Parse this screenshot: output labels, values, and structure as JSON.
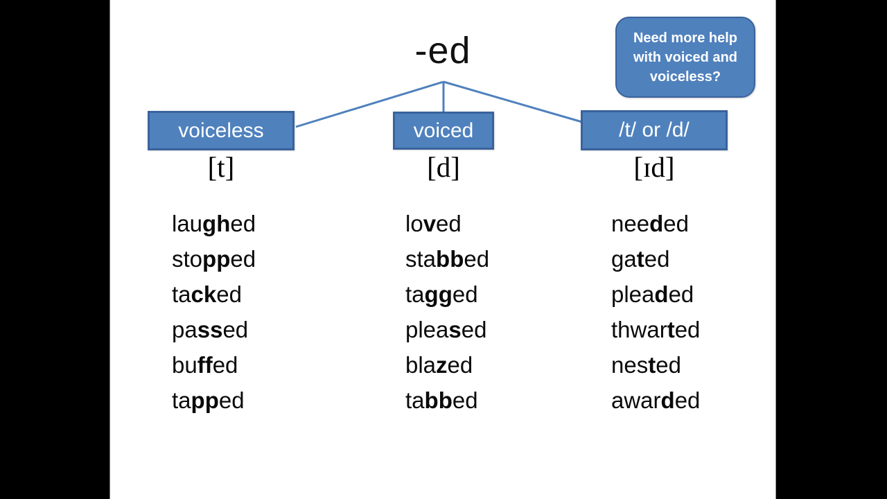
{
  "title": "-ed",
  "callout": {
    "lines": [
      "Need more help",
      "with voiced and",
      "voiceless?"
    ]
  },
  "columns": [
    {
      "label": "voiceless",
      "phonetic": "[t]",
      "words": [
        {
          "pre": "lau",
          "bold": "gh",
          "post": "ed"
        },
        {
          "pre": "sto",
          "bold": "pp",
          "post": "ed"
        },
        {
          "pre": "ta",
          "bold": "ck",
          "post": "ed"
        },
        {
          "pre": "pa",
          "bold": "ss",
          "post": "ed"
        },
        {
          "pre": "bu",
          "bold": "ff",
          "post": "ed"
        },
        {
          "pre": "ta",
          "bold": "pp",
          "post": "ed"
        }
      ]
    },
    {
      "label": "voiced",
      "phonetic": "[d]",
      "words": [
        {
          "pre": "lo",
          "bold": "v",
          "post": "ed"
        },
        {
          "pre": "sta",
          "bold": "bb",
          "post": "ed"
        },
        {
          "pre": "ta",
          "bold": "gg",
          "post": "ed"
        },
        {
          "pre": "plea",
          "bold": "s",
          "post": "ed"
        },
        {
          "pre": "bla",
          "bold": "z",
          "post": "ed"
        },
        {
          "pre": "ta",
          "bold": "bb",
          "post": "ed"
        }
      ]
    },
    {
      "label": "/t/ or /d/",
      "phonetic": "[ɪd]",
      "words": [
        {
          "pre": "nee",
          "bold": "d",
          "post": "ed"
        },
        {
          "pre": "ga",
          "bold": "t",
          "post": "ed"
        },
        {
          "pre": "plea",
          "bold": "d",
          "post": "ed"
        },
        {
          "pre": "thwar",
          "bold": "t",
          "post": "ed"
        },
        {
          "pre": "nes",
          "bold": "t",
          "post": "ed"
        },
        {
          "pre": "awar",
          "bold": "d",
          "post": "ed"
        }
      ]
    }
  ],
  "colors": {
    "node_fill": "#4F81BD",
    "node_border": "#3A639B",
    "connector": "#4F81BD",
    "node_text": "#FFFFFF",
    "body_text": "#0A0A0A",
    "background": "#FFFFFF",
    "letterbox": "#000000"
  }
}
